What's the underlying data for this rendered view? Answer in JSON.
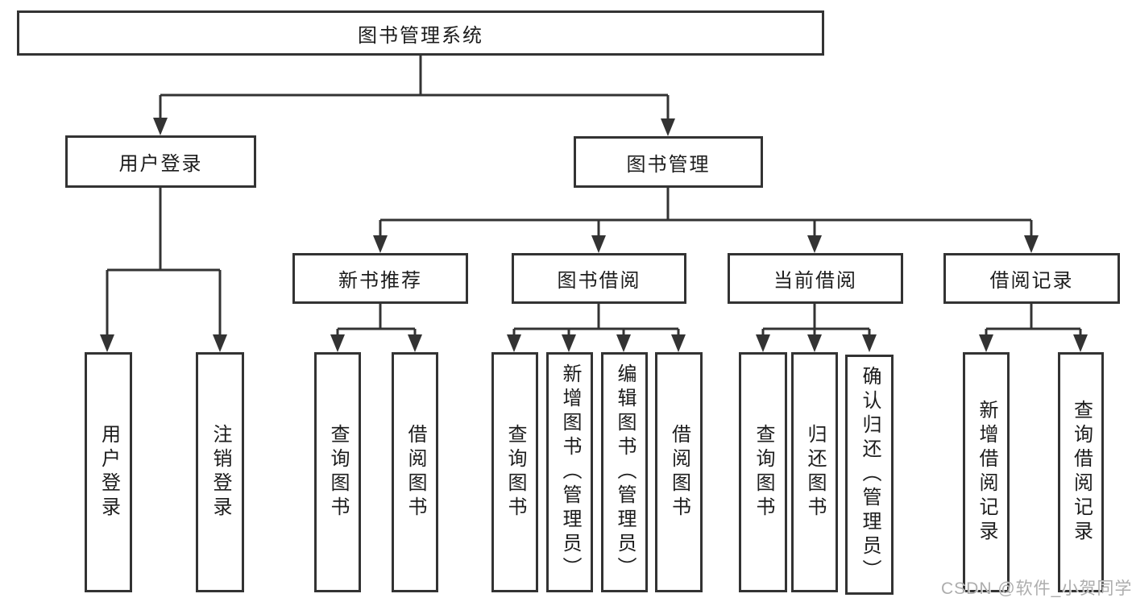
{
  "diagram": {
    "root": {
      "label": "图书管理系统"
    },
    "children": [
      {
        "label": "用户登录",
        "children": [
          {
            "label": "用户登录"
          },
          {
            "label": "注销登录"
          }
        ]
      },
      {
        "label": "图书管理",
        "children": [
          {
            "label": "新书推荐",
            "children": [
              {
                "label": "查询图书"
              },
              {
                "label": "借阅图书"
              }
            ]
          },
          {
            "label": "图书借阅",
            "children": [
              {
                "label": "查询图书"
              },
              {
                "label": "新增图书（管理员）"
              },
              {
                "label": "编辑图书（管理员）"
              },
              {
                "label": "借阅图书"
              }
            ]
          },
          {
            "label": "当前借阅",
            "children": [
              {
                "label": "查询图书"
              },
              {
                "label": "归还图书"
              },
              {
                "label": "确认归还（管理员）"
              }
            ]
          },
          {
            "label": "借阅记录",
            "children": [
              {
                "label": "新增借阅记录"
              },
              {
                "label": "查询借阅记录"
              }
            ]
          }
        ]
      }
    ]
  },
  "watermark": {
    "text": "CSDN @软件_小贺同学"
  },
  "colors": {
    "line": "#333333",
    "box_border": "#333333",
    "text": "#1c1c1c",
    "watermark": "#adadad",
    "background": "#ffffff"
  }
}
